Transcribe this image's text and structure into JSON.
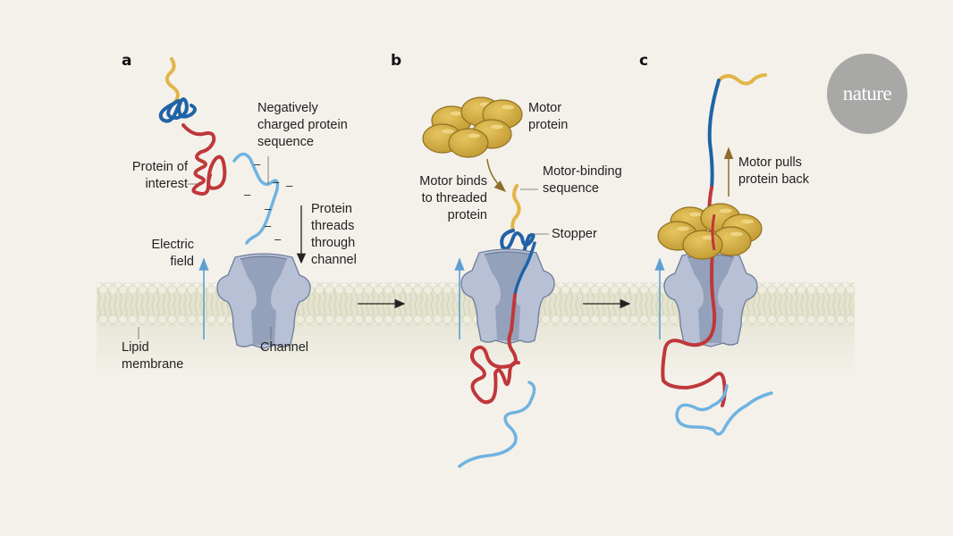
{
  "panels": {
    "a": "a",
    "b": "b",
    "c": "c"
  },
  "panel_a": {
    "protein_of_interest": "Protein of\ninterest",
    "negative_sequence": "Negatively\ncharged protein\nsequence",
    "threads": "Protein\nthreads\nthrough\nchannel",
    "electric_field": "Electric\nfield",
    "lipid_membrane": "Lipid\nmembrane",
    "channel": "Channel",
    "charge_symbol": "–"
  },
  "panel_b": {
    "motor_protein": "Motor\nprotein",
    "motor_binds": "Motor binds\nto threaded\nprotein",
    "motor_binding_sequence": "Motor-binding\nsequence",
    "stopper": "Stopper"
  },
  "panel_c": {
    "motor_pulls": "Motor pulls\nprotein back"
  },
  "logo": {
    "text": "nature"
  },
  "colors": {
    "background": "#f4f1eb",
    "yellow_strand": "#e2b547",
    "dark_blue_strand": "#1f63a6",
    "red_strand": "#c0373a",
    "light_blue_strand": "#6fb3e0",
    "channel": "#b7c0d4",
    "channel_inner": "#8e9bb5",
    "motor": "#d4ad45",
    "membrane": "#e4e3cf",
    "field_arrow": "#5d9fd3",
    "motor_arrow": "#8d6e2a",
    "logo_bg": "#a8a8a6"
  }
}
